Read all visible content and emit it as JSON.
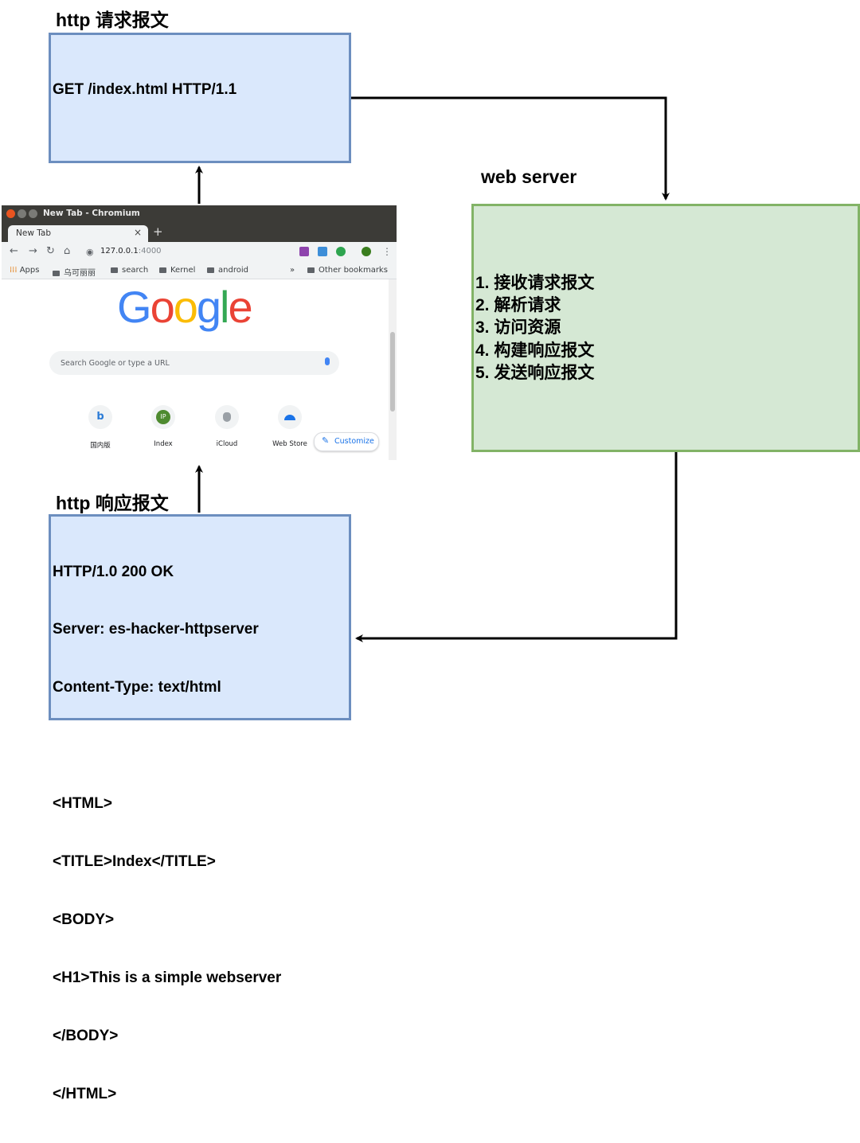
{
  "request": {
    "title": "http 请求报文",
    "line": "GET /index.html HTTP/1.1"
  },
  "server": {
    "title": "web server",
    "steps": [
      "1. 接收请求报文",
      "2. 解析请求",
      "3. 访问资源",
      "4. 构建响应报文",
      "5. 发送响应报文"
    ]
  },
  "response": {
    "title": "http 响应报文",
    "lines": [
      "HTTP/1.0 200 OK",
      "Server: es-hacker-httpserver",
      "Content-Type: text/html",
      "",
      "<HTML>",
      "<TITLE>Index</TITLE>",
      "<BODY>",
      "<H1>This is a simple webserver",
      "</BODY>",
      "</HTML>"
    ]
  },
  "browser": {
    "window_title": "New Tab - Chromium",
    "tab_title": "New Tab",
    "tab_close": "×",
    "new_tab": "+",
    "url_host": "127.0.0.1",
    "url_port": ":4000",
    "bookmarks": [
      "Apps",
      "乌可丽丽",
      "search",
      "Kernel",
      "android"
    ],
    "bookmarks_overflow": "»",
    "other_bookmarks": "Other bookmarks",
    "logo_letters": [
      "G",
      "o",
      "o",
      "g",
      "l",
      "e"
    ],
    "logo_colors": [
      "#4285f4",
      "#ea4335",
      "#fbbc05",
      "#4285f4",
      "#34a853",
      "#ea4335"
    ],
    "search_placeholder": "Search Google or type a URL",
    "shortcuts": [
      {
        "label": "国内版",
        "glyph": "b",
        "color": "#2b7bd6"
      },
      {
        "label": "Index",
        "glyph": "IP",
        "color": "#4e8a2f"
      },
      {
        "label": "iCloud",
        "glyph": "",
        "color": "#9aa0a6"
      },
      {
        "label": "Web Store",
        "glyph": "",
        "color": "#1a73e8"
      }
    ],
    "customize_label": "Customize"
  },
  "colors": {
    "request_fill": "#dae8fc",
    "request_border": "#6c8ebf",
    "server_fill": "#d5e8d4",
    "server_border": "#82b366"
  }
}
